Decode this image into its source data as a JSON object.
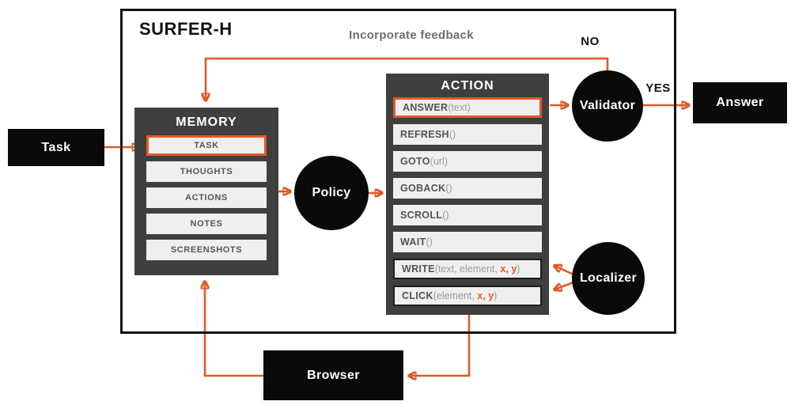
{
  "diagram": {
    "title": "SURFER-H",
    "feedback_label": "Incorporate feedback",
    "no_label": "NO",
    "yes_label": "YES"
  },
  "memory": {
    "title": "MEMORY",
    "items": [
      {
        "label": "TASK",
        "highlight": true
      },
      {
        "label": "THOUGHTS"
      },
      {
        "label": "ACTIONS"
      },
      {
        "label": "NOTES"
      },
      {
        "label": "SCREENSHOTS"
      }
    ]
  },
  "action": {
    "title": "ACTION",
    "items": [
      {
        "name": "ANSWER",
        "args_pre": "(text)",
        "variant": "orange"
      },
      {
        "name": "REFRESH",
        "args_pre": "()"
      },
      {
        "name": "GOTO",
        "args_pre": "(url)"
      },
      {
        "name": "GOBACK",
        "args_pre": "()"
      },
      {
        "name": "SCROLL",
        "args_pre": "()"
      },
      {
        "name": "WAIT",
        "args_pre": "()"
      },
      {
        "name": "WRITE",
        "args_pre": "(text, element, ",
        "args_xy": "x, y",
        "args_post": ")",
        "variant": "dark"
      },
      {
        "name": "CLICK",
        "args_pre": "(element, ",
        "args_xy": "x, y",
        "args_post": ")",
        "variant": "dark"
      }
    ]
  },
  "nodes": {
    "policy": "Policy",
    "validator": "Validator",
    "localizer": "Localizer"
  },
  "external": {
    "task": "Task",
    "answer": "Answer",
    "browser": "Browser"
  },
  "colors": {
    "accent_orange": "#e05a28",
    "panel_dark": "#3f3f3f",
    "item_bg": "#f0efef",
    "node_black": "#0a0a0a",
    "frame_border": "#131313",
    "muted_text": "#6d6e70"
  }
}
